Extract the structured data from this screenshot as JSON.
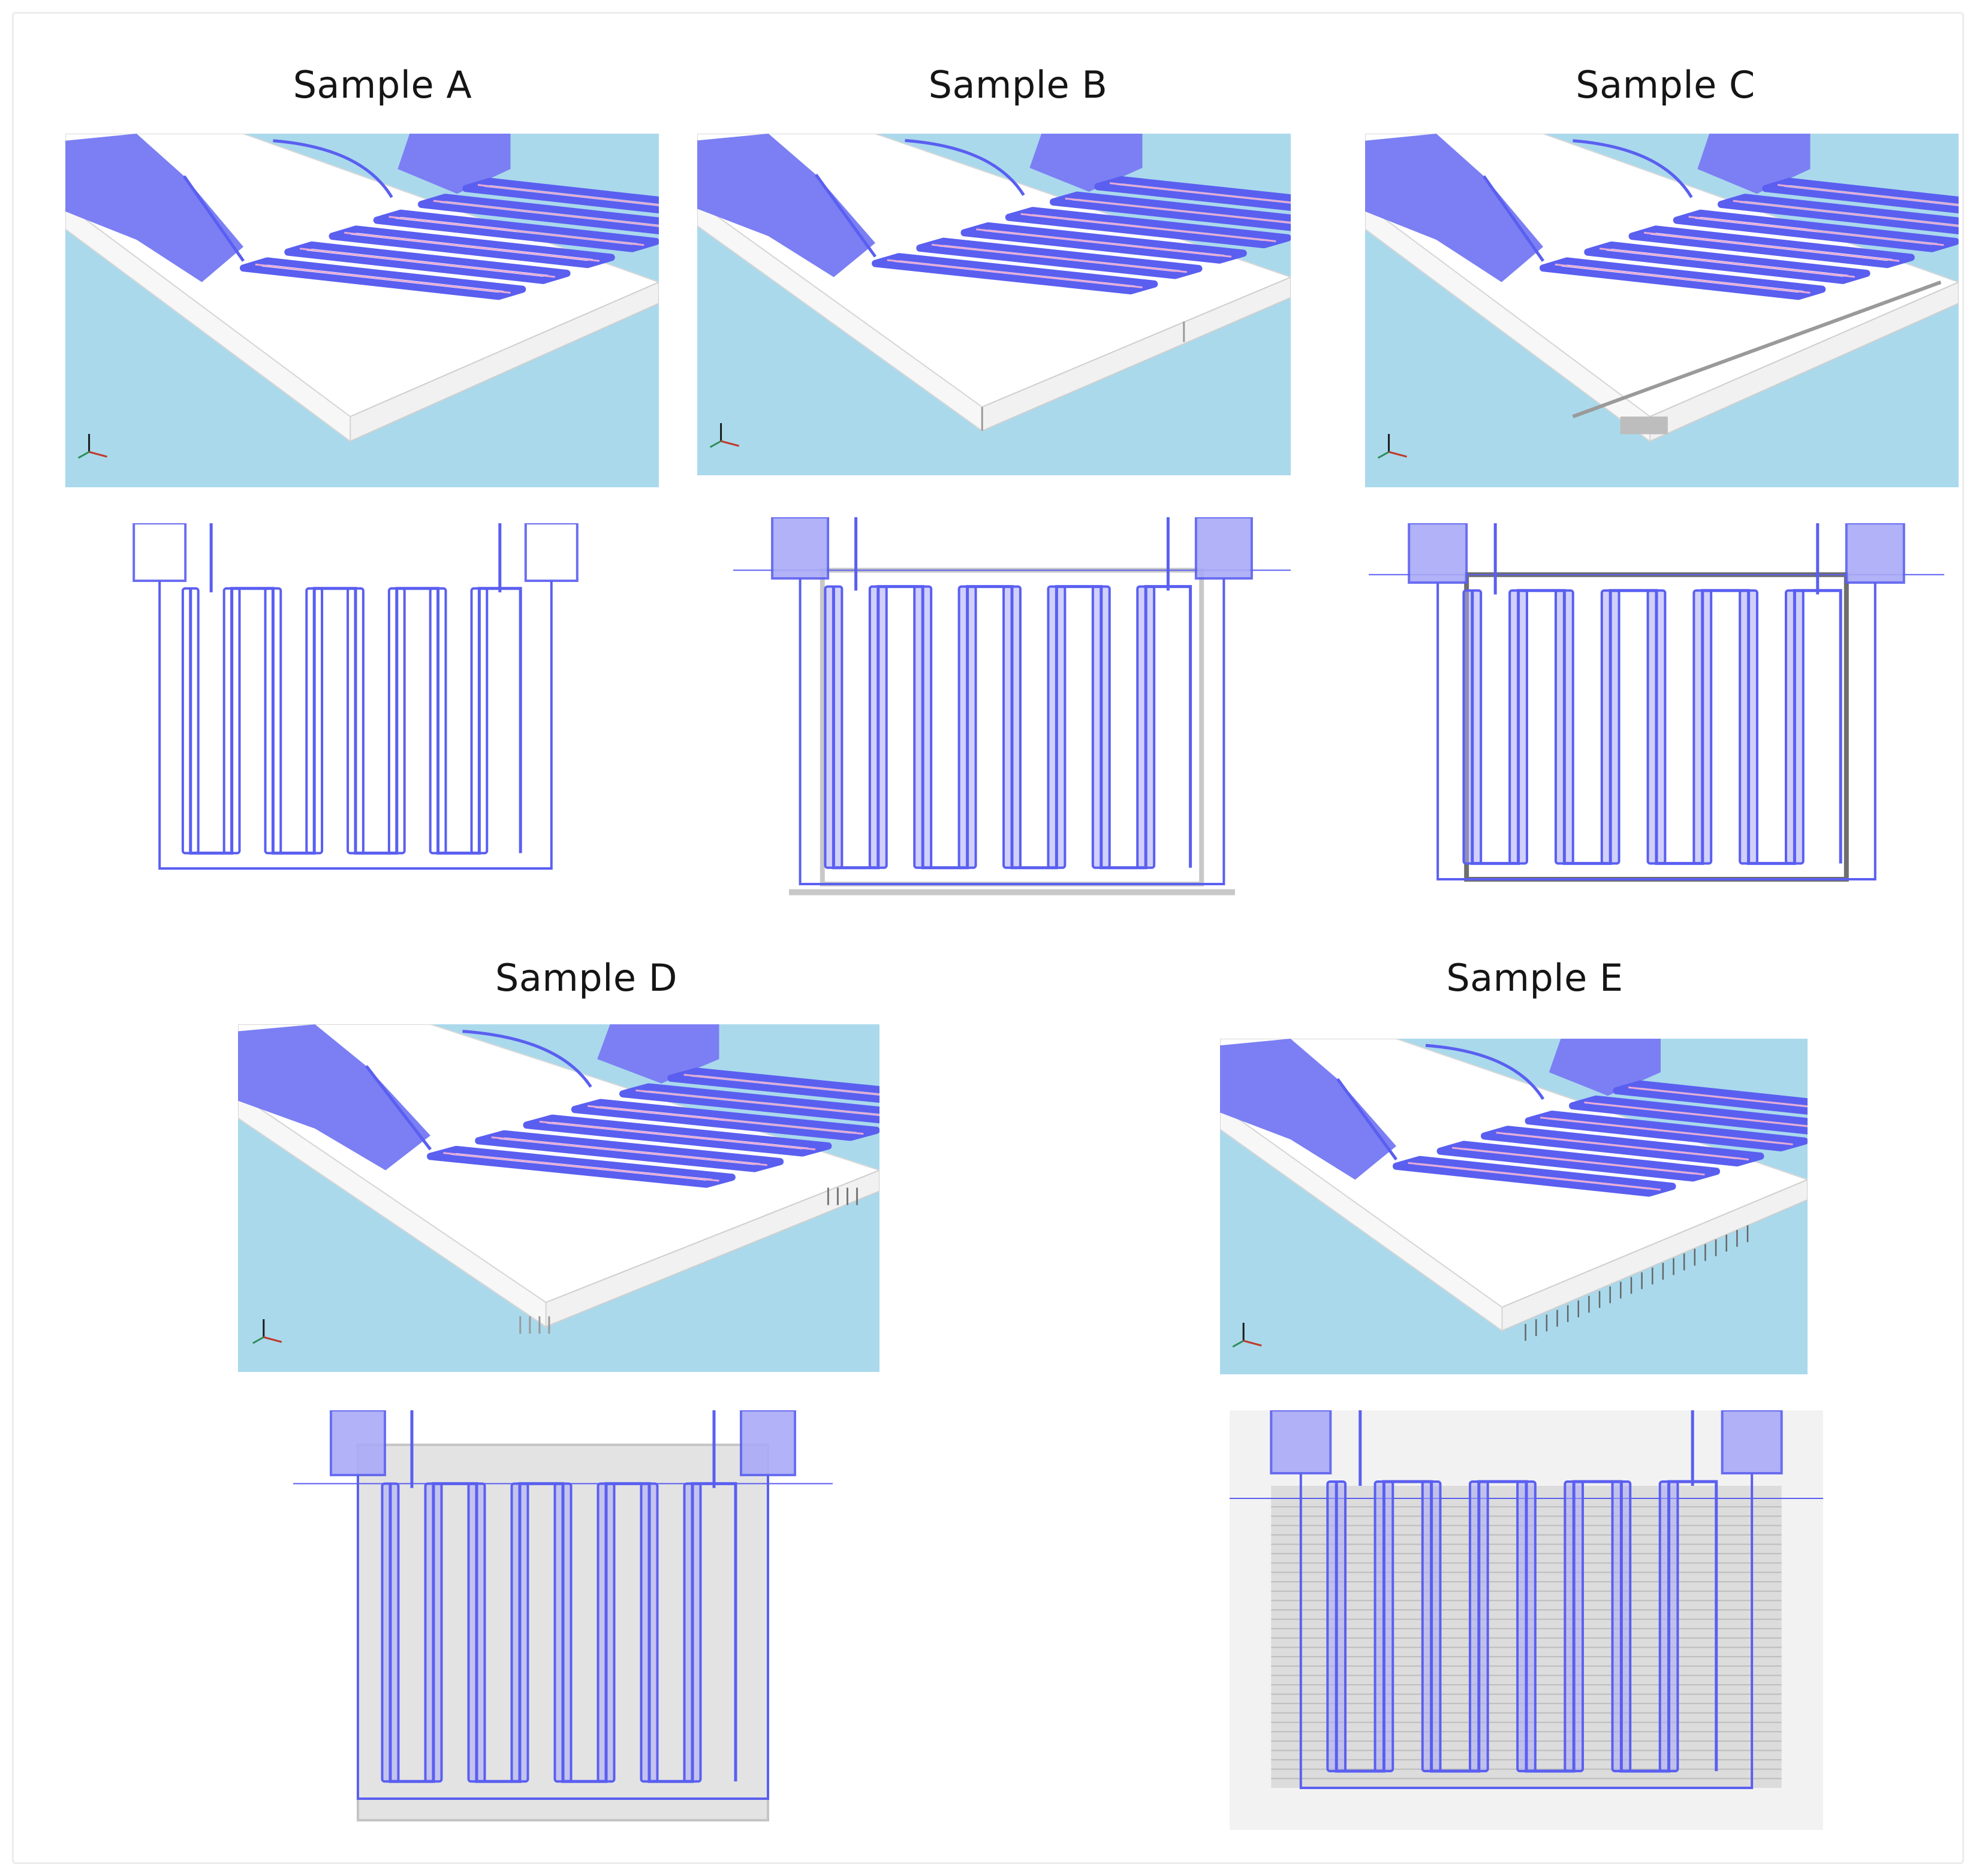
{
  "samples": [
    {
      "title": "Sample A"
    },
    {
      "title": "Sample B"
    },
    {
      "title": "Sample C"
    },
    {
      "title": "Sample D"
    },
    {
      "title": "Sample E"
    }
  ],
  "colors": {
    "electrode": "#5a5ff0",
    "electrode_fill": "#a9aaf7",
    "pad": "#7b7ff3",
    "background_3d": "#aad9ec",
    "substrate": "#ffffff",
    "support": "#c8c8c8",
    "thermal_gap": "#6e6e6e"
  },
  "icons": {
    "axis": "axis-triad-icon"
  }
}
